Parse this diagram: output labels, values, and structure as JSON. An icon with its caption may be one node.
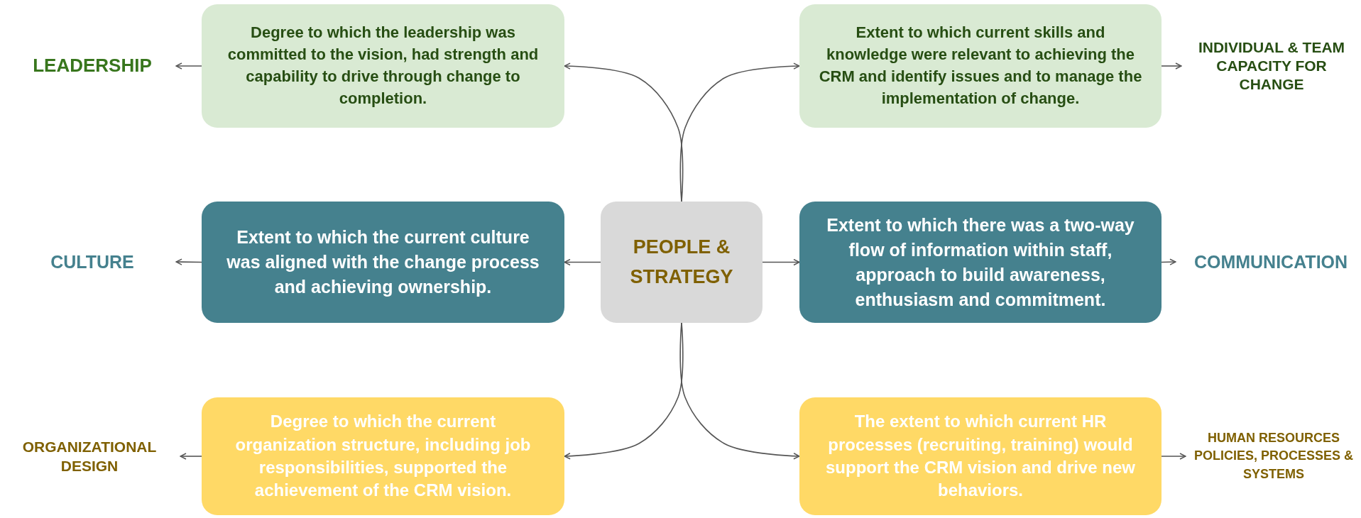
{
  "diagram": {
    "nodes": [
      {
        "text": [
          "LEADERSHIP"
        ]
      },
      {
        "text": [
          "Degree to which the leadership was committed to the vision, had strength and capability to drive through change to completion."
        ]
      },
      {
        "text": [
          "Extent to which current skills and knowledge were relevant to achieving the CRM and identify issues and to manage the implementation of change."
        ]
      },
      {
        "text": [
          "INDIVIDUAL & TEAM CAPACITY FOR CHANGE"
        ]
      },
      {
        "text": [
          "CULTURE"
        ]
      },
      {
        "text": [
          "Extent to which the current culture was aligned with the change process and achieving ownership."
        ]
      },
      {
        "text": [
          "PEOPLE & STRATEGY"
        ]
      },
      {
        "text": [
          "Extent to which there was a two-way flow of information within staff, approach to build awareness, enthusiasm  and commitment."
        ]
      },
      {
        "text": [
          "COMMUNICATION"
        ]
      },
      {
        "text": [
          "ORGANIZATIONAL DESIGN"
        ]
      },
      {
        "text": [
          "Degree to which the current organization structure, including job responsibilities, supported the achievement of the CRM vision."
        ]
      },
      {
        "text": [
          "The extent to which current HR processes (recruiting, training) would support the CRM vision and drive new behaviors."
        ]
      },
      {
        "text": [
          "HUMAN RESOURCES POLICIES, PROCESSES & SYSTEMS"
        ]
      }
    ],
    "edges": [
      {
        "from": 6,
        "to": 1,
        "arrow": "to"
      },
      {
        "from": 6,
        "to": 2,
        "arrow": "to"
      },
      {
        "from": 6,
        "to": 5,
        "arrow": "to"
      },
      {
        "from": 6,
        "to": 7,
        "arrow": "to"
      },
      {
        "from": 6,
        "to": 10,
        "arrow": "to"
      },
      {
        "from": 6,
        "to": 11,
        "arrow": "to"
      },
      {
        "from": 1,
        "to": 0,
        "arrow": "to"
      },
      {
        "from": 2,
        "to": 3,
        "arrow": "to"
      },
      {
        "from": 5,
        "to": 4,
        "arrow": "to"
      },
      {
        "from": 7,
        "to": 8,
        "arrow": "to"
      },
      {
        "from": 10,
        "to": 9,
        "arrow": "to"
      },
      {
        "from": 11,
        "to": 12,
        "arrow": "to"
      }
    ]
  }
}
